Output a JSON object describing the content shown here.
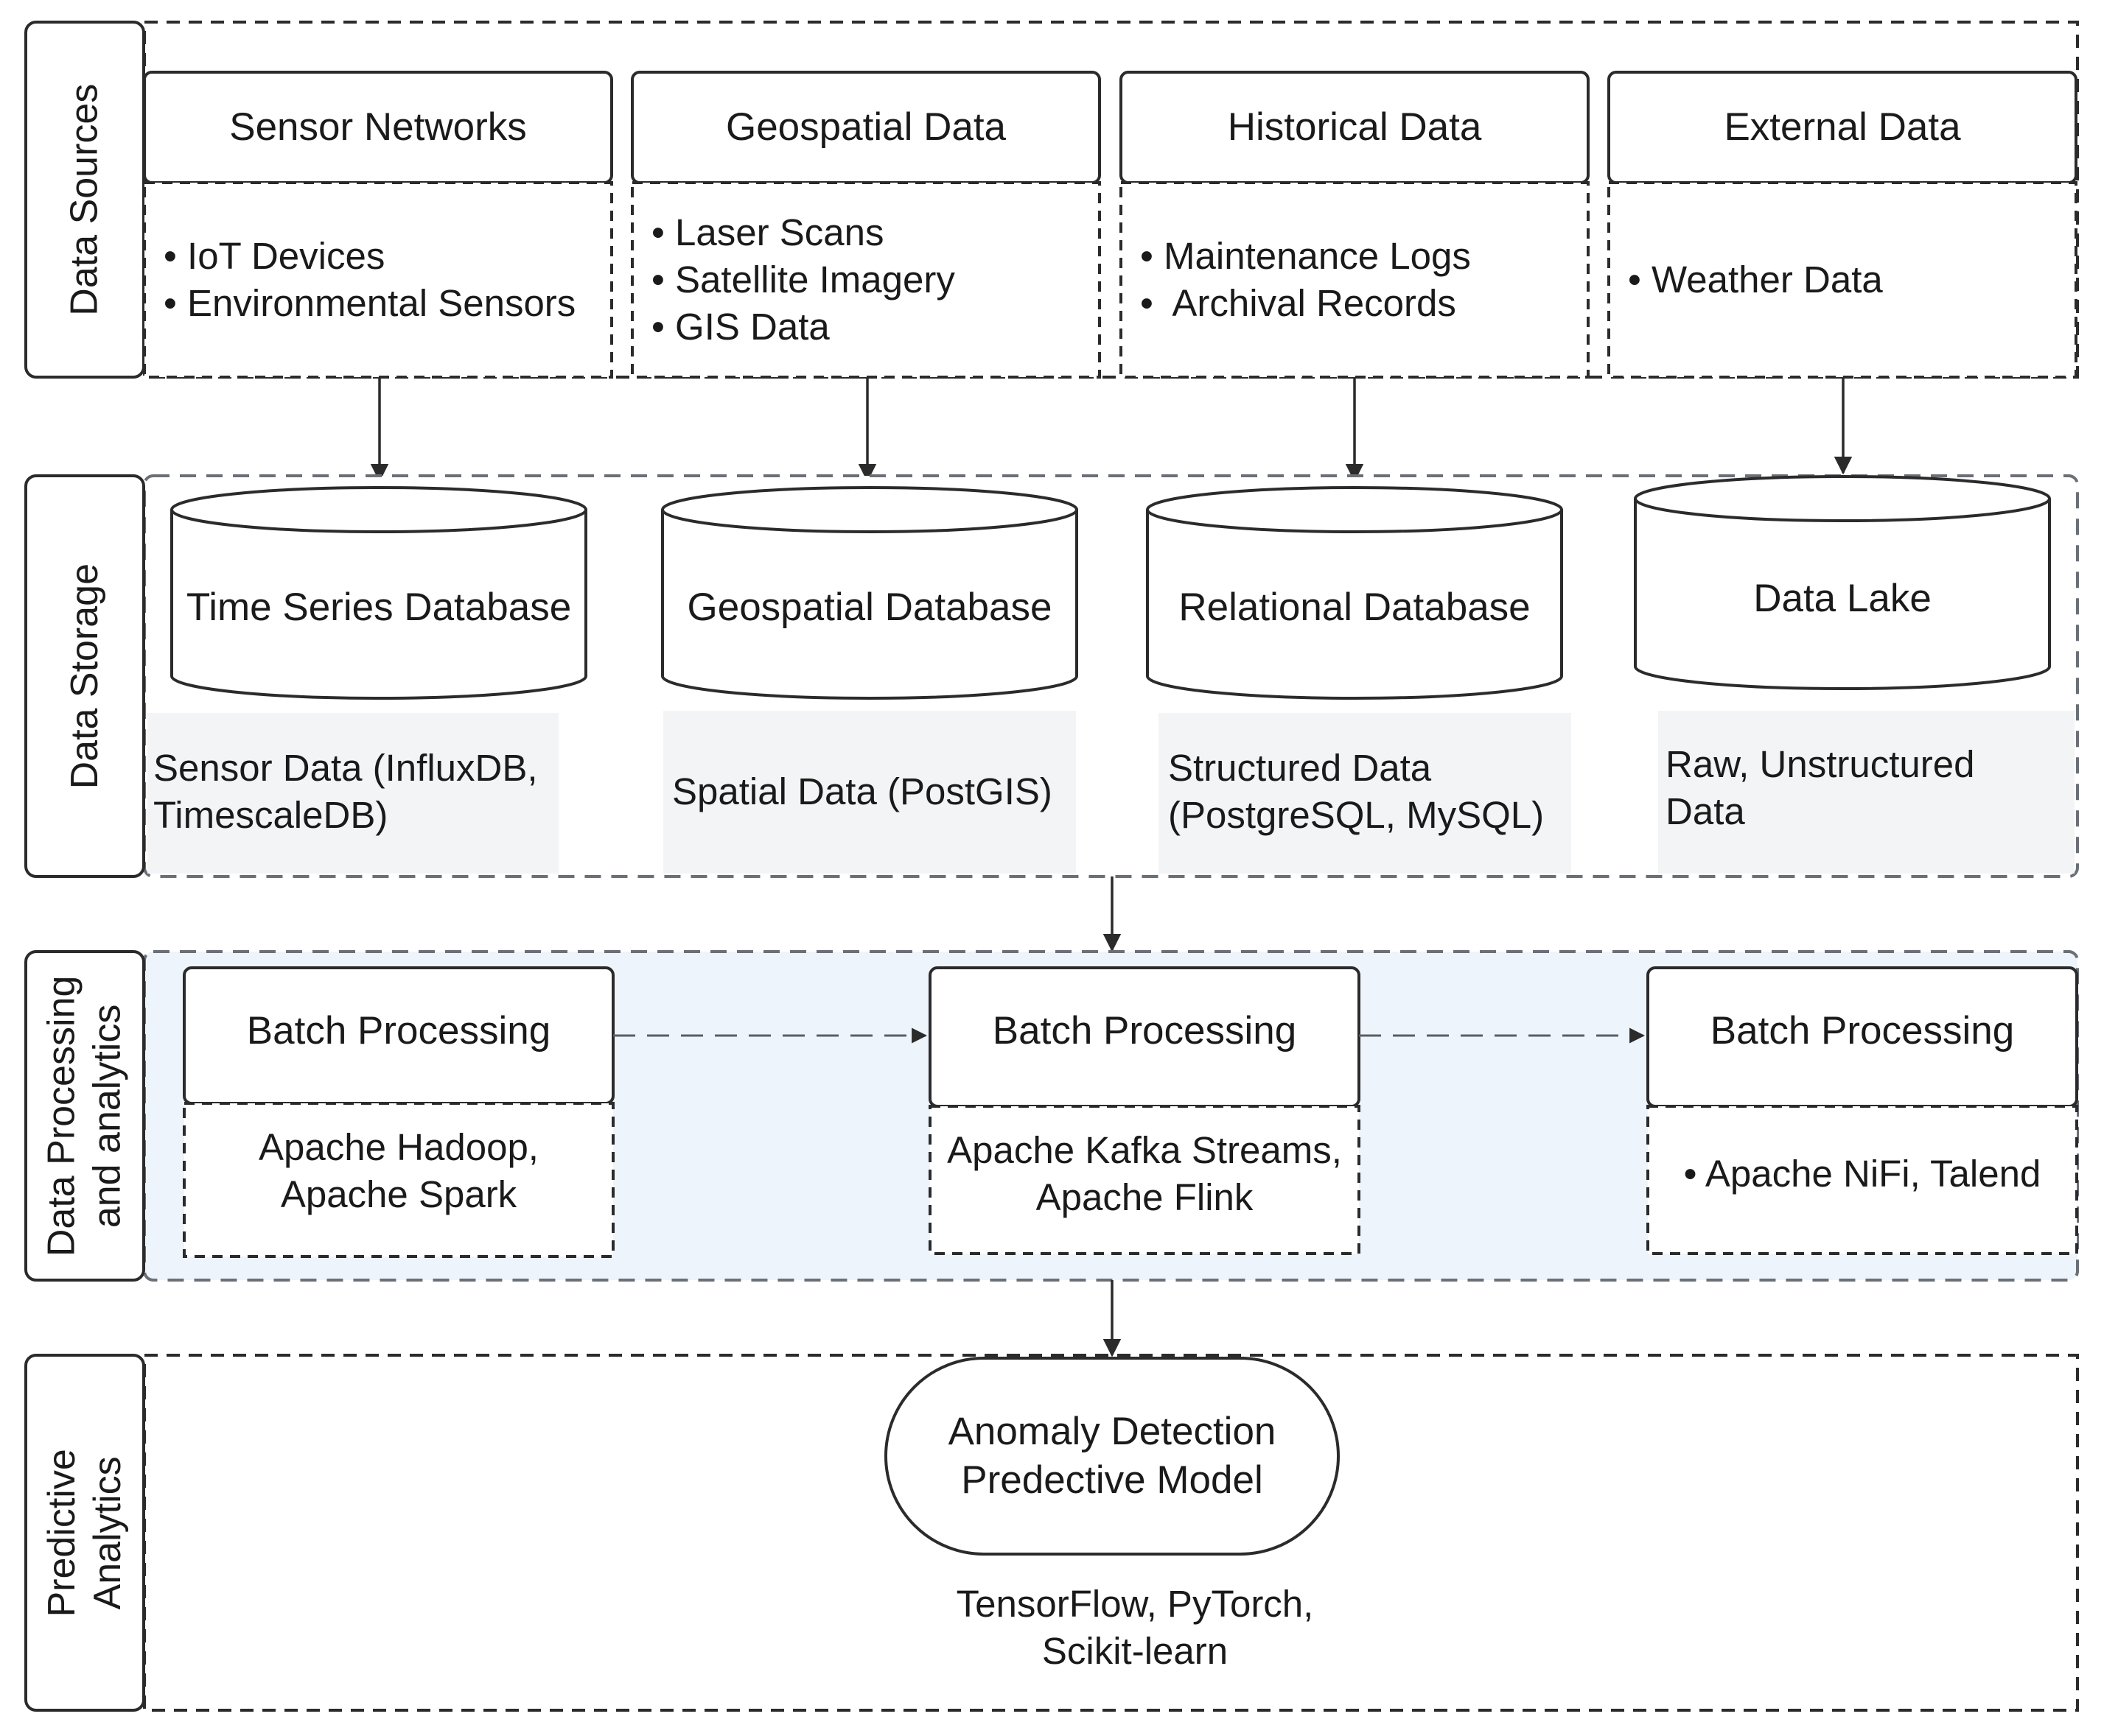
{
  "colors": {
    "stroke": "#2b2b2b",
    "storage_panel": "#f5f6f7",
    "processing_panel": "#eef4fc",
    "text": "#1a1a1a"
  },
  "layers": {
    "data_sources": "Data Sources",
    "data_storage": "Data Storage",
    "processing_line1": "Data Processing",
    "processing_line2": "and analytics",
    "predictive_line1": "Predictive",
    "predictive_line2": "Analytics"
  },
  "sources": [
    {
      "title": "Sensor Networks",
      "items": [
        "IoT Devices",
        "Environmental Sensors"
      ]
    },
    {
      "title": "Geospatial Data",
      "items": [
        "Laser Scans",
        "Satellite Imagery",
        "GIS Data"
      ]
    },
    {
      "title": "Historical Data",
      "items": [
        "Maintenance Logs",
        " Archival Records"
      ]
    },
    {
      "title": "External Data",
      "items": [
        "Weather Data"
      ]
    }
  ],
  "storage": [
    {
      "name": "Time Series Database",
      "desc_line1": "Sensor Data (InfluxDB,",
      "desc_line2": "TimescaleDB)"
    },
    {
      "name": "Geospatial Database",
      "desc_line1": "Spatial Data (PostGIS)",
      "desc_line2": ""
    },
    {
      "name": "Relational Database",
      "desc_line1": "Structured Data",
      "desc_line2": "(PostgreSQL, MySQL)"
    },
    {
      "name": "Data Lake",
      "desc_line1": "Raw, Unstructured",
      "desc_line2": "Data"
    }
  ],
  "processing": [
    {
      "title": "Batch Processing",
      "line1": "Apache Hadoop,",
      "line2": "Apache Spark"
    },
    {
      "title": "Batch Processing",
      "line1": "Apache Kafka Streams,",
      "line2": "Apache Flink"
    },
    {
      "title": "Batch Processing",
      "line1": "• Apache NiFi, Talend",
      "line2": ""
    }
  ],
  "predictive": {
    "model_line1": "Anomaly Detection",
    "model_line2": "Predective Model",
    "tools_line1": "TensorFlow, PyTorch,",
    "tools_line2": "Scikit-learn"
  }
}
